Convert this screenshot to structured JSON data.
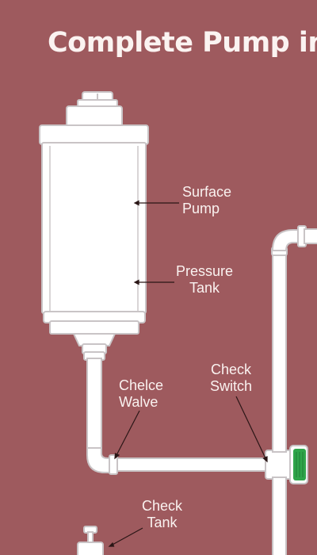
{
  "title": "Complete Pump in",
  "colors": {
    "background": "#9e5a5e",
    "pipe": "#ffffff",
    "pipe_outline": "#c9c4c6",
    "label_text": "#faf2f0",
    "leader_line": "#2a1616",
    "gauge_green": "#2fa54a"
  },
  "labels": {
    "surface_pump": [
      "Surface",
      "Pump"
    ],
    "pressure_tank": [
      "Pressure",
      "Tank"
    ],
    "chelce_walve": [
      "Chelce",
      "Walve"
    ],
    "check_switch": [
      "Check",
      "Switch"
    ],
    "check_tank": [
      "Check",
      "Tank"
    ]
  }
}
